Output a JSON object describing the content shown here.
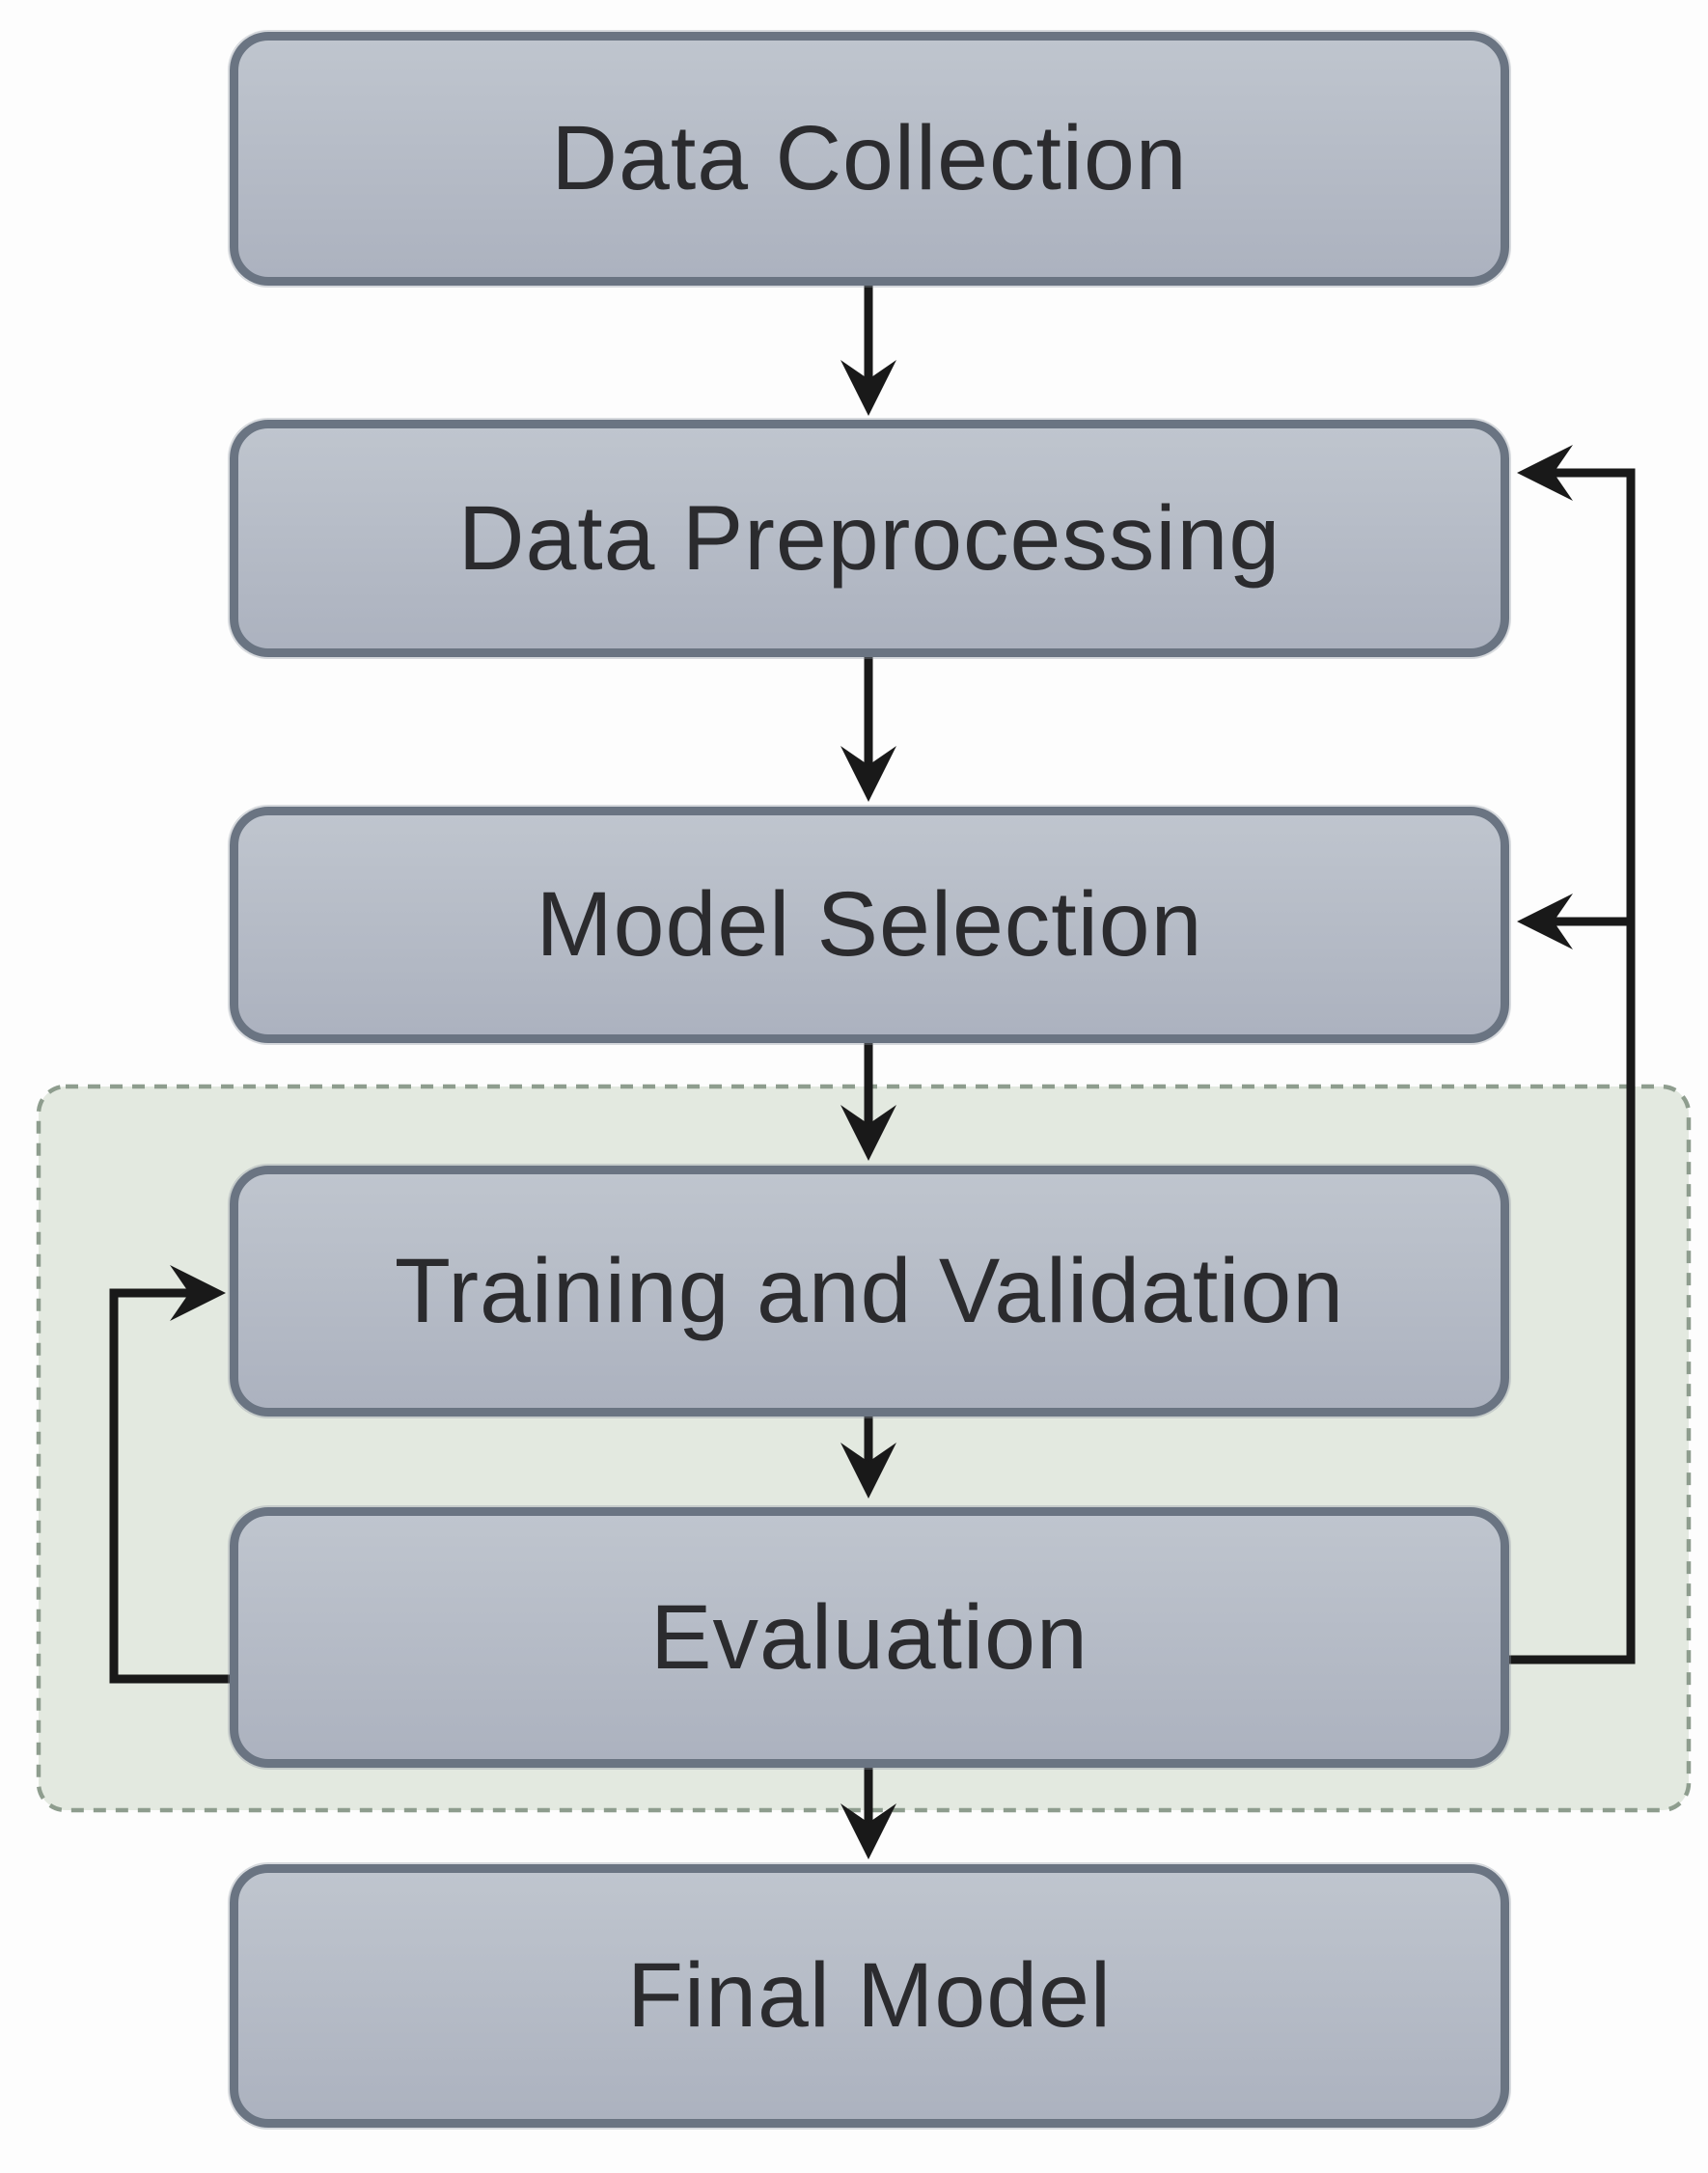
{
  "diagram": {
    "type": "flowchart",
    "nodes": [
      {
        "id": "data-collection",
        "label": "Data Collection"
      },
      {
        "id": "data-preprocessing",
        "label": "Data Preprocessing"
      },
      {
        "id": "model-selection",
        "label": "Model Selection"
      },
      {
        "id": "training-and-validation",
        "label": "Training and Validation"
      },
      {
        "id": "evaluation",
        "label": "Evaluation"
      },
      {
        "id": "final-model",
        "label": "Final Model"
      }
    ],
    "edges": [
      {
        "from": "data-collection",
        "to": "data-preprocessing"
      },
      {
        "from": "data-preprocessing",
        "to": "model-selection"
      },
      {
        "from": "model-selection",
        "to": "training-and-validation"
      },
      {
        "from": "training-and-validation",
        "to": "evaluation"
      },
      {
        "from": "evaluation",
        "to": "final-model"
      },
      {
        "from": "evaluation",
        "to": "data-preprocessing",
        "type": "feedback-right"
      },
      {
        "from": "evaluation",
        "to": "model-selection",
        "type": "feedback-right"
      },
      {
        "from": "evaluation",
        "to": "training-and-validation",
        "type": "feedback-left"
      }
    ],
    "group": {
      "id": "training-evaluation-loop",
      "members": [
        "training-and-validation",
        "evaluation"
      ],
      "style": "dashed"
    }
  },
  "colors": {
    "background": "#fdfdfd",
    "node_fill_top": "#bfc5ce",
    "node_fill_bottom": "#acb2bf",
    "node_border": "#6a7482",
    "node_text": "#2b2b2e",
    "container_fill": "#e3e9e0",
    "container_border": "#8e9d8e",
    "arrow": "#191919"
  }
}
